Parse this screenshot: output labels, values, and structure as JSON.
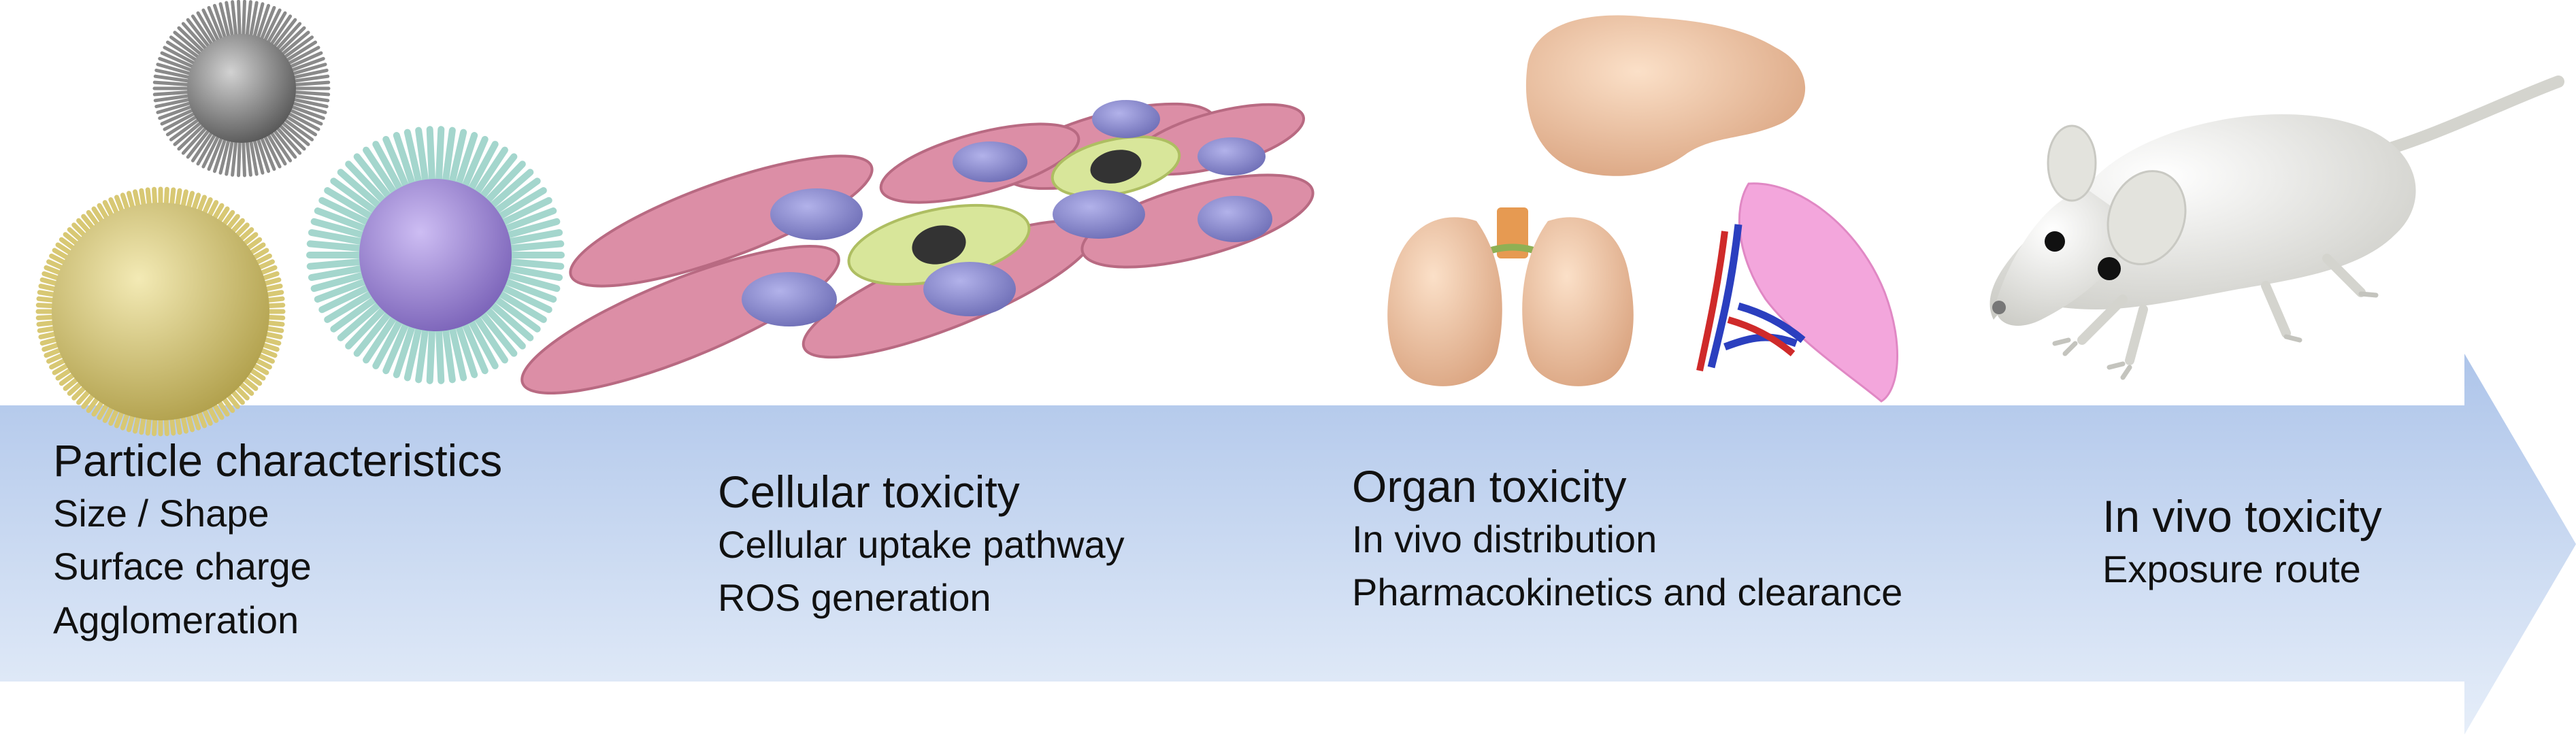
{
  "stages": [
    {
      "title": "Particle characteristics",
      "items": [
        "Size / Shape",
        "Surface charge",
        "Agglomeration"
      ]
    },
    {
      "title": "Cellular toxicity",
      "items": [
        "Cellular uptake pathway",
        "ROS generation"
      ]
    },
    {
      "title": "Organ toxicity",
      "items": [
        "In vivo distribution",
        "Pharmacokinetics and clearance"
      ]
    },
    {
      "title": "In vivo toxicity",
      "items": [
        "Exposure route"
      ]
    }
  ],
  "colors": {
    "arrow_top": "#aec5ea",
    "arrow_bottom": "#e6eef9",
    "particle_gold": "#d8c874",
    "particle_gray": "#8a8a8a",
    "particle_teal": "#a4d6cd",
    "particle_core": "#a992dd",
    "cell_pink": "#dc8ea6",
    "cell_nucleus": "#8c8ccf",
    "cell_yellow": "#d8e69a",
    "organ_peach": "#f2c6a4",
    "spleen_pink": "#f3a6dc",
    "mouse_white": "#eeeeea"
  },
  "icons": [
    "nanoparticle-icon",
    "cell-icon",
    "liver-icon",
    "lungs-icon",
    "spleen-icon",
    "mouse-icon"
  ]
}
